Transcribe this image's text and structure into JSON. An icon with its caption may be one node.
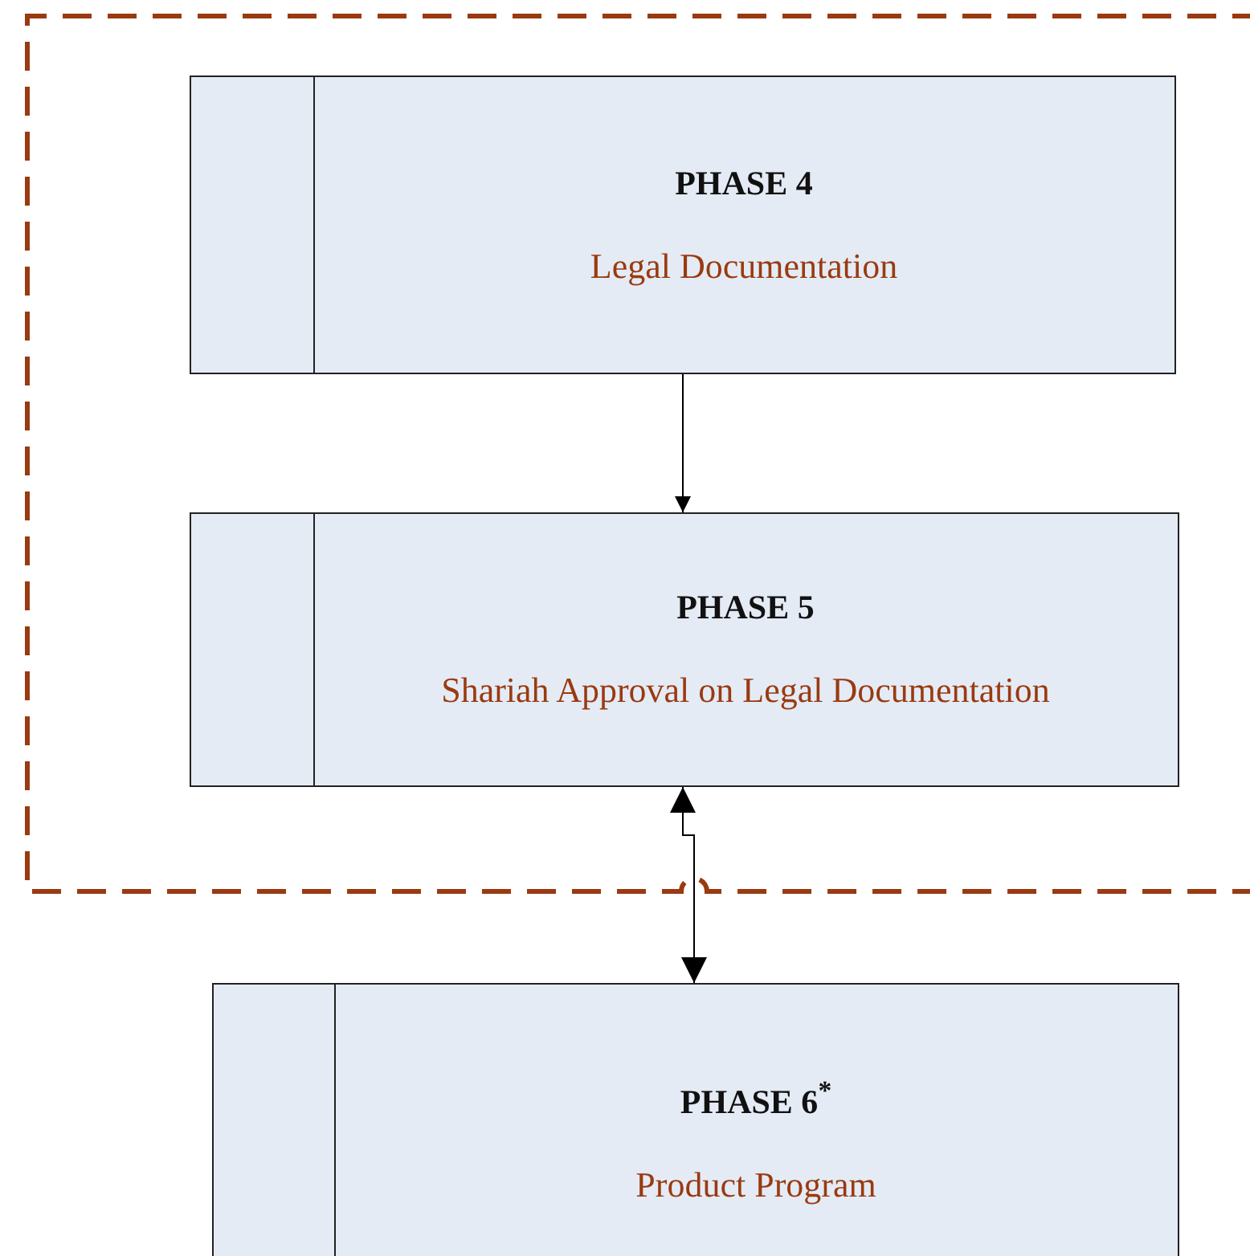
{
  "diagram": {
    "nodes": [
      {
        "text": [],
        "shape": "box"
      },
      {
        "text": [
          "PHASE 4",
          "Legal Documentation"
        ],
        "in": 0
      },
      {
        "text": [
          "PHASE 5",
          "Shariah Approval on Legal Documentation"
        ],
        "in": 0
      },
      {
        "text": [
          "PHASE 6$^{*}$",
          "Product Program"
        ]
      }
    ],
    "edges": [
      {
        "from": 1,
        "to": 2,
        "arrow": "to"
      },
      {
        "from": 2,
        "to": 3,
        "arrow": "both"
      }
    ]
  }
}
